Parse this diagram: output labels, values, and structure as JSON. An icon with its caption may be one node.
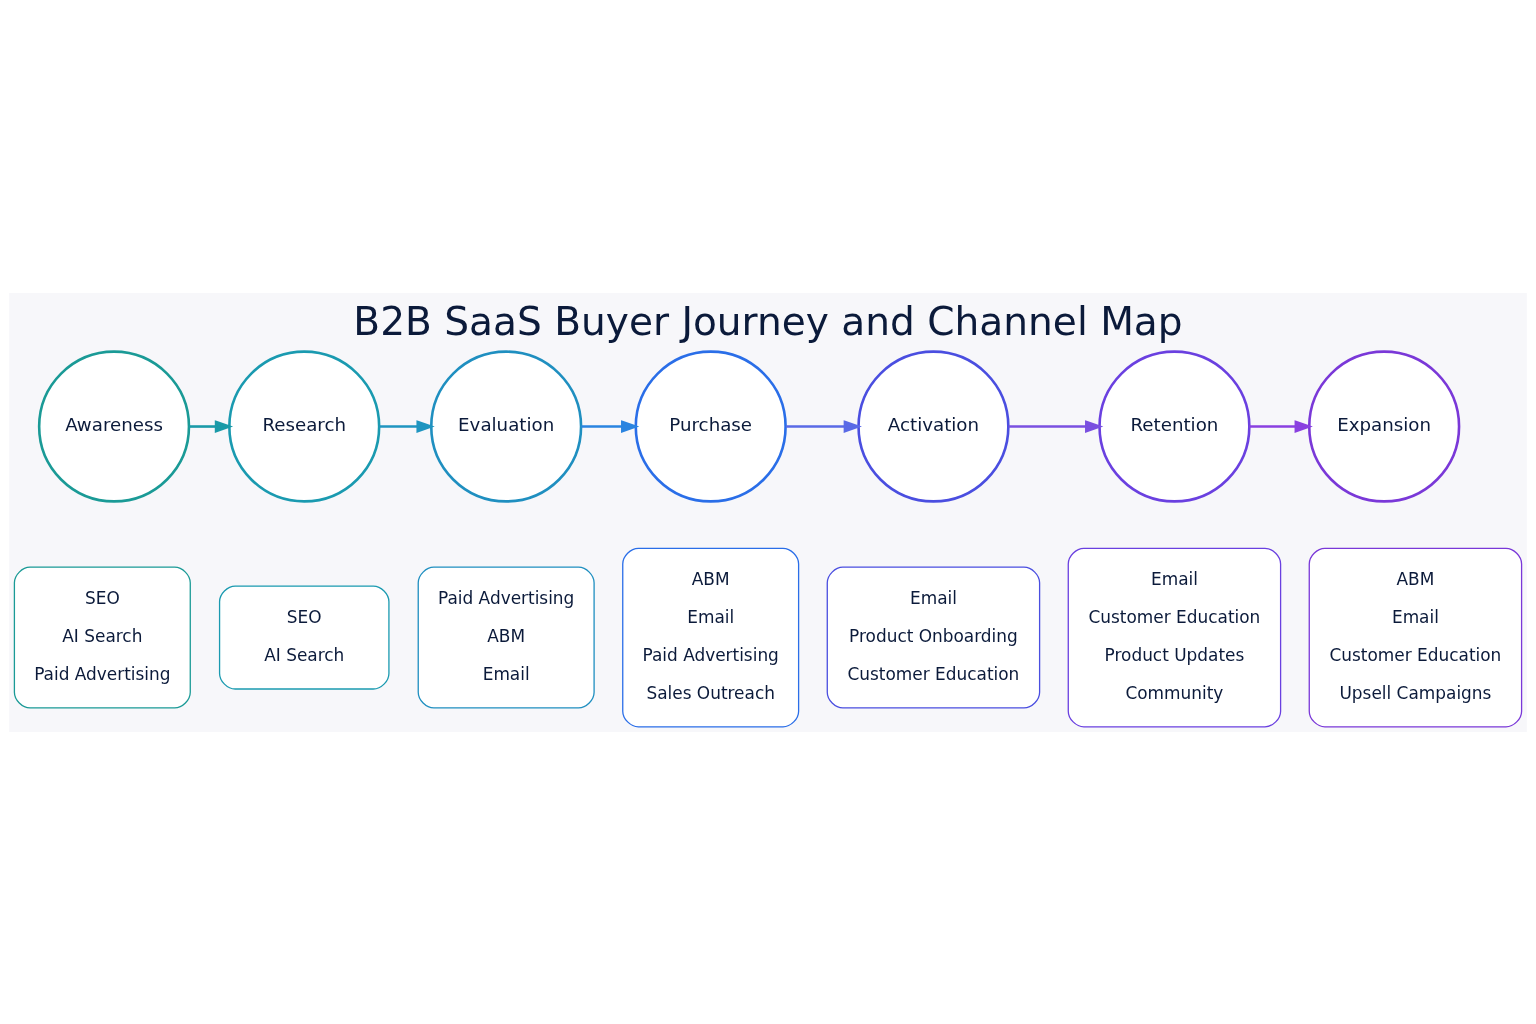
{
  "diagram": {
    "title": "B2B SaaS Buyer Journey and Channel Map",
    "nodes": [
      {
        "text": [
          "Awareness"
        ]
      },
      {
        "text": [
          "Research"
        ]
      },
      {
        "text": [
          "Evaluation"
        ]
      },
      {
        "text": [
          "Purchase"
        ]
      },
      {
        "text": [
          "Activation"
        ]
      },
      {
        "text": [
          "Retention"
        ]
      },
      {
        "text": [
          "Expansion"
        ]
      },
      {
        "text": [
          "SEO",
          "AI Search",
          "Paid Advertising"
        ]
      },
      {
        "text": [
          "SEO",
          "AI Search"
        ]
      },
      {
        "text": [
          "Paid Advertising",
          "ABM",
          "Email"
        ]
      },
      {
        "text": [
          "ABM",
          "Email",
          "Paid Advertising",
          "Sales Outreach"
        ]
      },
      {
        "text": [
          "Email",
          "Product Onboarding",
          "Customer Education"
        ]
      },
      {
        "text": [
          "Email",
          "Customer Education",
          "Product Updates",
          "Community"
        ]
      },
      {
        "text": [
          "ABM",
          "Email",
          "Customer Education",
          "Upsell Campaigns"
        ]
      }
    ],
    "edges": [
      {
        "from": 0,
        "to": 1,
        "arrow": "to",
        "color": "#1a9aa8"
      },
      {
        "from": 1,
        "to": 2,
        "arrow": "to",
        "color": "#1f95c0"
      },
      {
        "from": 2,
        "to": 3,
        "arrow": "to",
        "color": "#2a84e0"
      },
      {
        "from": 3,
        "to": 4,
        "arrow": "to",
        "color": "#5a6ae6"
      },
      {
        "from": 4,
        "to": 5,
        "arrow": "to",
        "color": "#7a50e0"
      },
      {
        "from": 5,
        "to": 6,
        "arrow": "to",
        "color": "#8a40e0"
      }
    ]
  }
}
